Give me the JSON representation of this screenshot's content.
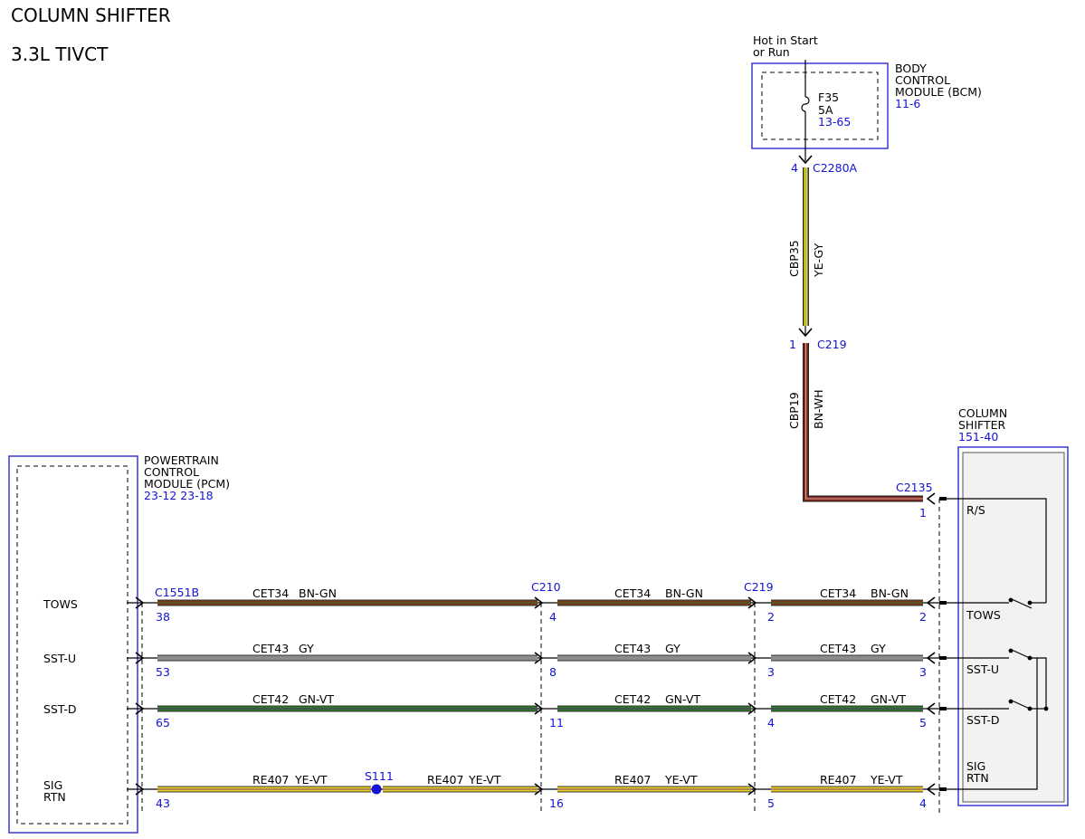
{
  "title": "COLUMN SHIFTER",
  "subtitle": "3.3L TIVCT",
  "bcm": {
    "hot_line1": "Hot in Start",
    "hot_line2": "or Run",
    "name_line1": "BODY",
    "name_line2": "CONTROL",
    "name_line3": "MODULE (BCM)",
    "ref": "11-6",
    "fuse_name": "F35",
    "fuse_rating": "5A",
    "fuse_ref": "13-65"
  },
  "pcm": {
    "name_line1": "POWERTRAIN",
    "name_line2": "CONTROL",
    "name_line3": "MODULE (PCM)",
    "ref": "23-12 23-18",
    "pins": [
      "TOWS",
      "SST-U",
      "SST-D",
      "SIG",
      "RTN"
    ]
  },
  "shifter": {
    "name_line1": "COLUMN",
    "name_line2": "SHIFTER",
    "ref": "151-40",
    "labels": [
      "R/S",
      "TOWS",
      "SST-U",
      "SST-D",
      "SIG",
      "RTN"
    ]
  },
  "connectors": {
    "c2280a": "C2280A",
    "c2280a_pin": "4",
    "c219_top": "C219",
    "c219_top_pin": "1",
    "c2135": "C2135",
    "c2135_pin": "1",
    "c1551b": "C1551B",
    "c210": "C210",
    "c219": "C219",
    "splice": "S111"
  },
  "vertical_wires": {
    "upper_circuit": "CBP35",
    "upper_color": "YE-GY",
    "lower_circuit": "CBP19",
    "lower_color": "BN-WH"
  },
  "rows": [
    {
      "pins": [
        "38",
        "4",
        "2",
        "2"
      ],
      "seg": [
        [
          "CET34",
          "BN-GN"
        ],
        [
          "CET34",
          "BN-GN"
        ],
        [
          "CET34",
          "BN-GN"
        ]
      ],
      "colors": [
        "#7a3a1a",
        "#3a6e2a"
      ]
    },
    {
      "pins": [
        "53",
        "8",
        "3",
        "3"
      ],
      "seg": [
        [
          "CET43",
          "GY"
        ],
        [
          "CET43",
          "GY"
        ],
        [
          "CET43",
          "GY"
        ]
      ],
      "colors": [
        "#8c8c8c",
        "#8c8c8c"
      ]
    },
    {
      "pins": [
        "65",
        "11",
        "4",
        "5"
      ],
      "seg": [
        [
          "CET42",
          "GN-VT"
        ],
        [
          "CET42",
          "GN-VT"
        ],
        [
          "CET42",
          "GN-VT"
        ]
      ],
      "colors": [
        "#2f7a24",
        "#5a2a7a"
      ]
    },
    {
      "pins": [
        "43",
        "16",
        "5",
        "4"
      ],
      "seg": [
        [
          "RE407",
          "YE-VT"
        ],
        [
          "RE407",
          "YE-VT"
        ],
        [
          "RE407",
          "YE-VT"
        ],
        [
          "RE407",
          "YE-VT"
        ]
      ],
      "colors": [
        "#e6d21a",
        "#7a3a8a"
      ]
    }
  ]
}
